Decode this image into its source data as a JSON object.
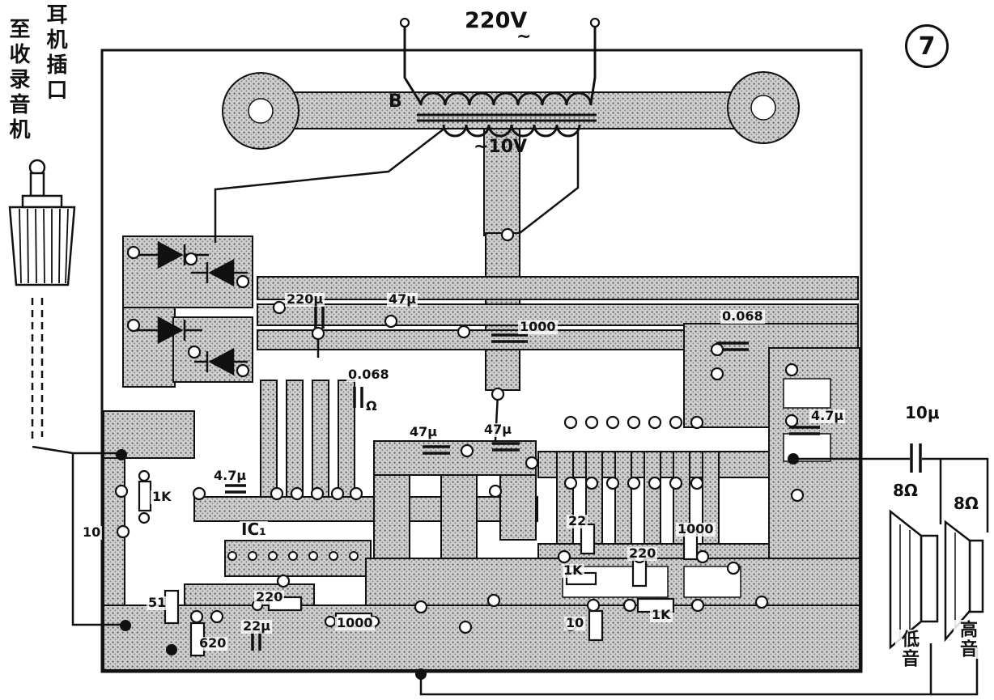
{
  "figure": {
    "number": "7"
  },
  "power": {
    "mains_voltage": "220V",
    "ac_tilde": "~",
    "transformer": "B",
    "secondary_voltage": "~10V"
  },
  "side_note": {
    "inner_column": "至收录音机",
    "outer_column": "耳机插口"
  },
  "output": {
    "coupling_cap": "10μ",
    "woofer_impedance": "8Ω",
    "tweeter_impedance": "8Ω",
    "woofer_label": "低音",
    "tweeter_label": "高音"
  },
  "component_labels": [
    {
      "text": "220μ"
    },
    {
      "text": "47μ"
    },
    {
      "text": "1000"
    },
    {
      "text": "0.068"
    },
    {
      "text": "0.068"
    },
    {
      "text": "Ω"
    },
    {
      "text": "47μ"
    },
    {
      "text": "47μ"
    },
    {
      "text": "4.7μ"
    },
    {
      "text": "4.7μ"
    },
    {
      "text": "1K"
    },
    {
      "text": "10"
    },
    {
      "text": "IC₁"
    },
    {
      "text": "51"
    },
    {
      "text": "220"
    },
    {
      "text": "22μ"
    },
    {
      "text": "1000"
    },
    {
      "text": "620"
    },
    {
      "text": "22"
    },
    {
      "text": "1K"
    },
    {
      "text": "220"
    },
    {
      "text": "1000"
    },
    {
      "text": "10"
    },
    {
      "text": "1K"
    }
  ]
}
